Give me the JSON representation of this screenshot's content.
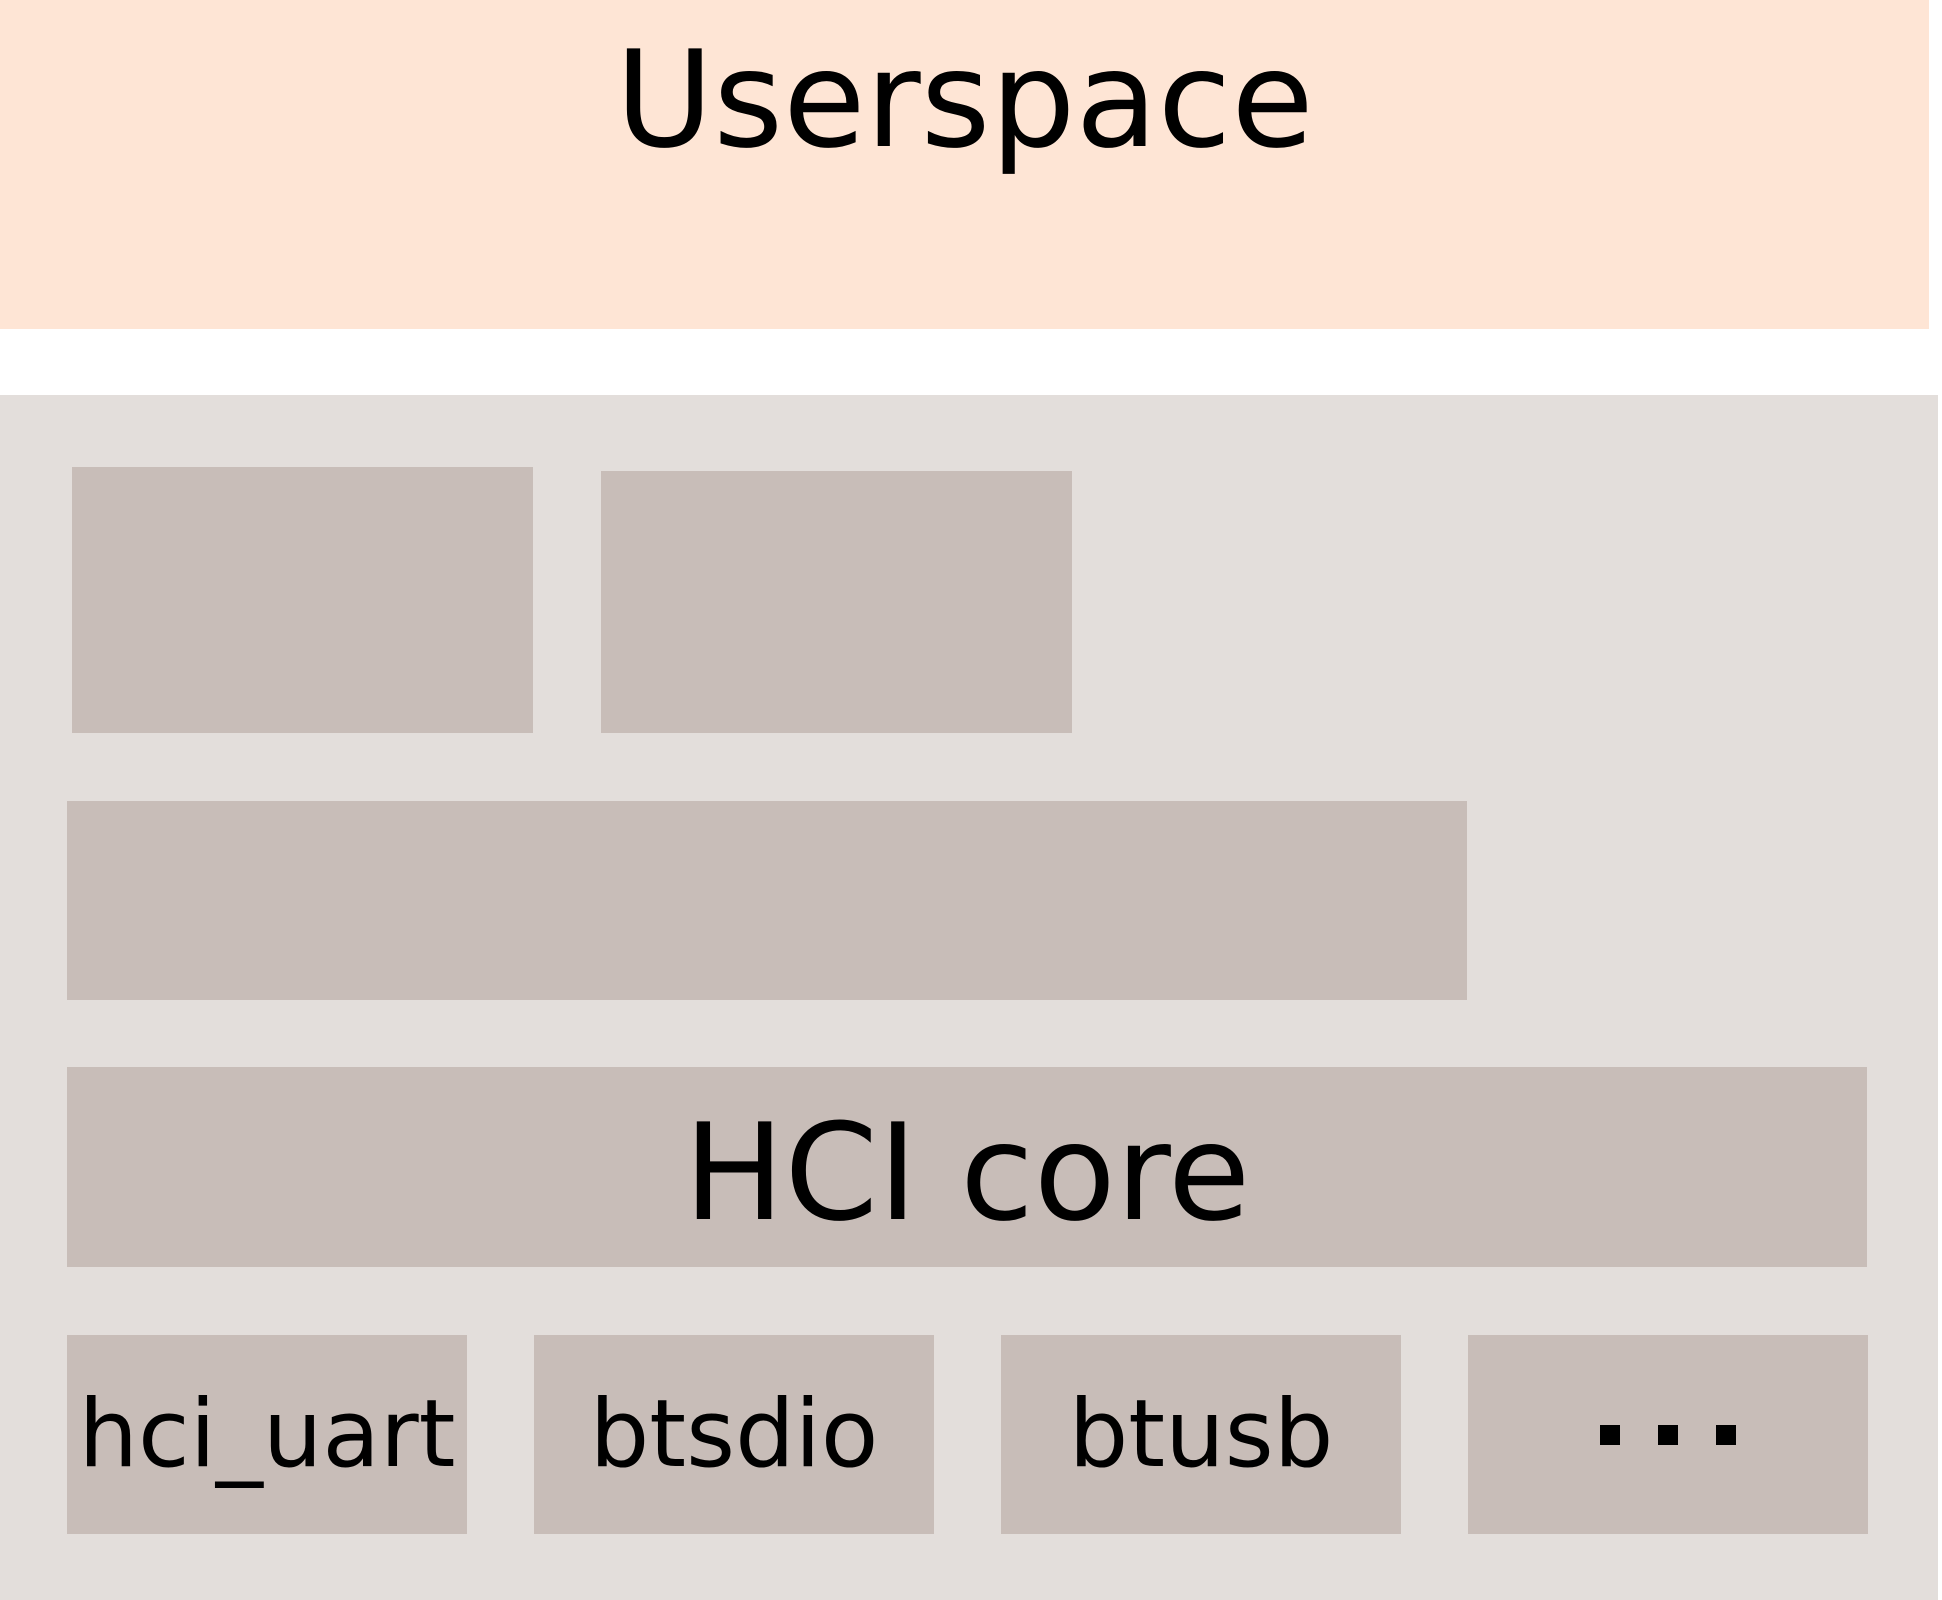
{
  "diagram": {
    "userspace_label": "Userspace",
    "hci_core_label": "HCI core",
    "drivers": [
      "hci_uart",
      "btsdio",
      "btusb"
    ],
    "more_drivers_icon": "ellipsis-icon"
  },
  "colors": {
    "userspace_bg": "#fee5d5",
    "kernel_bg": "#e3dedb",
    "box_fill": "#c8bdb8",
    "text": "#000000"
  }
}
